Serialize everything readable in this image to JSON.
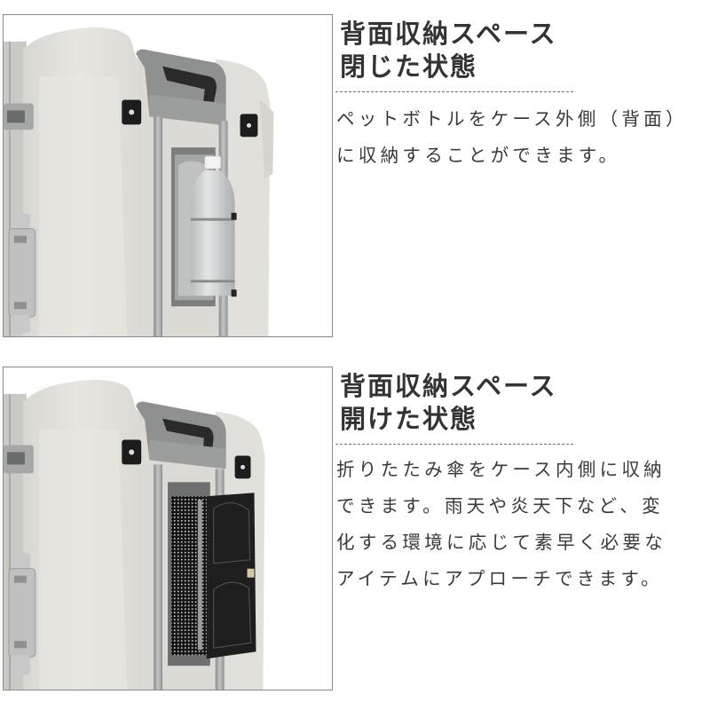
{
  "sections": [
    {
      "title_line1": "背面収納スペース",
      "title_line2": "閉じた状態",
      "body_lines": [
        "ペットボトルをケース外側（背面）",
        "に収納することができます。"
      ],
      "image_alt": "suitcase back pocket closed with PET bottle held in holder"
    },
    {
      "title_line1": "背面収納スペース",
      "title_line2": "開けた状態",
      "body_lines": [
        "折りたたみ傘をケース内側に収納",
        "できます。雨天や炎天下など、変",
        "化する環境に応じて素早く必要な",
        "アイテムにアプローチできます。"
      ],
      "image_alt": "suitcase back pocket opened with folding umbrella compartment"
    }
  ],
  "colors": {
    "text": "#333333",
    "frame_border": "#8a8a8a",
    "divider": "#666f6a",
    "shell": "#e4e2dd",
    "frame_metal": "#a9abaa",
    "pocket_black": "#1e1e1e"
  }
}
